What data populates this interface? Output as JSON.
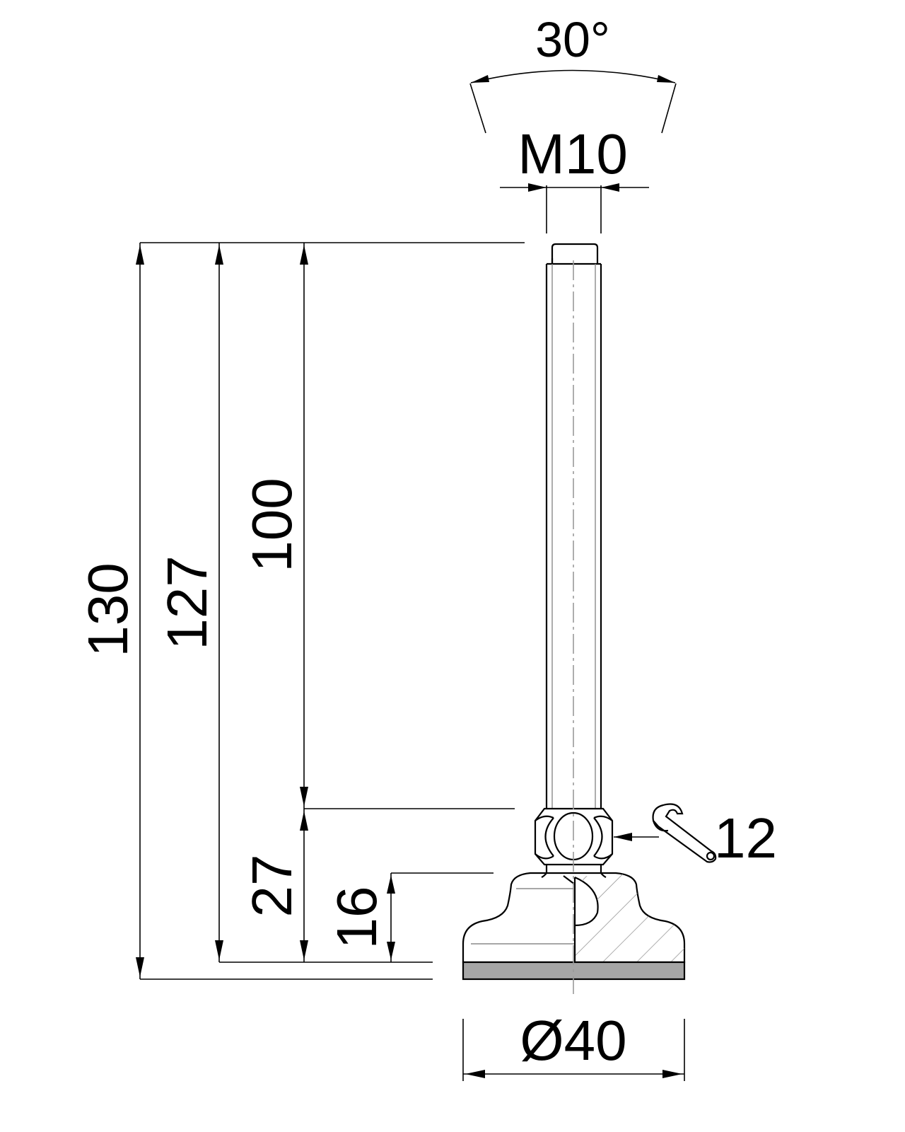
{
  "diagram": {
    "dimensions": {
      "angle": "30°",
      "thread": "M10",
      "height_total": "130",
      "height_127": "127",
      "height_100": "100",
      "height_27": "27",
      "height_16": "16",
      "wrench_size": "12",
      "base_diameter": "Ø40"
    },
    "icons": {
      "wrench": "wrench-icon"
    },
    "colors": {
      "line": "#000000",
      "hidden_line": "#8a8a8a",
      "pad_fill": "#a6a6a6"
    }
  }
}
